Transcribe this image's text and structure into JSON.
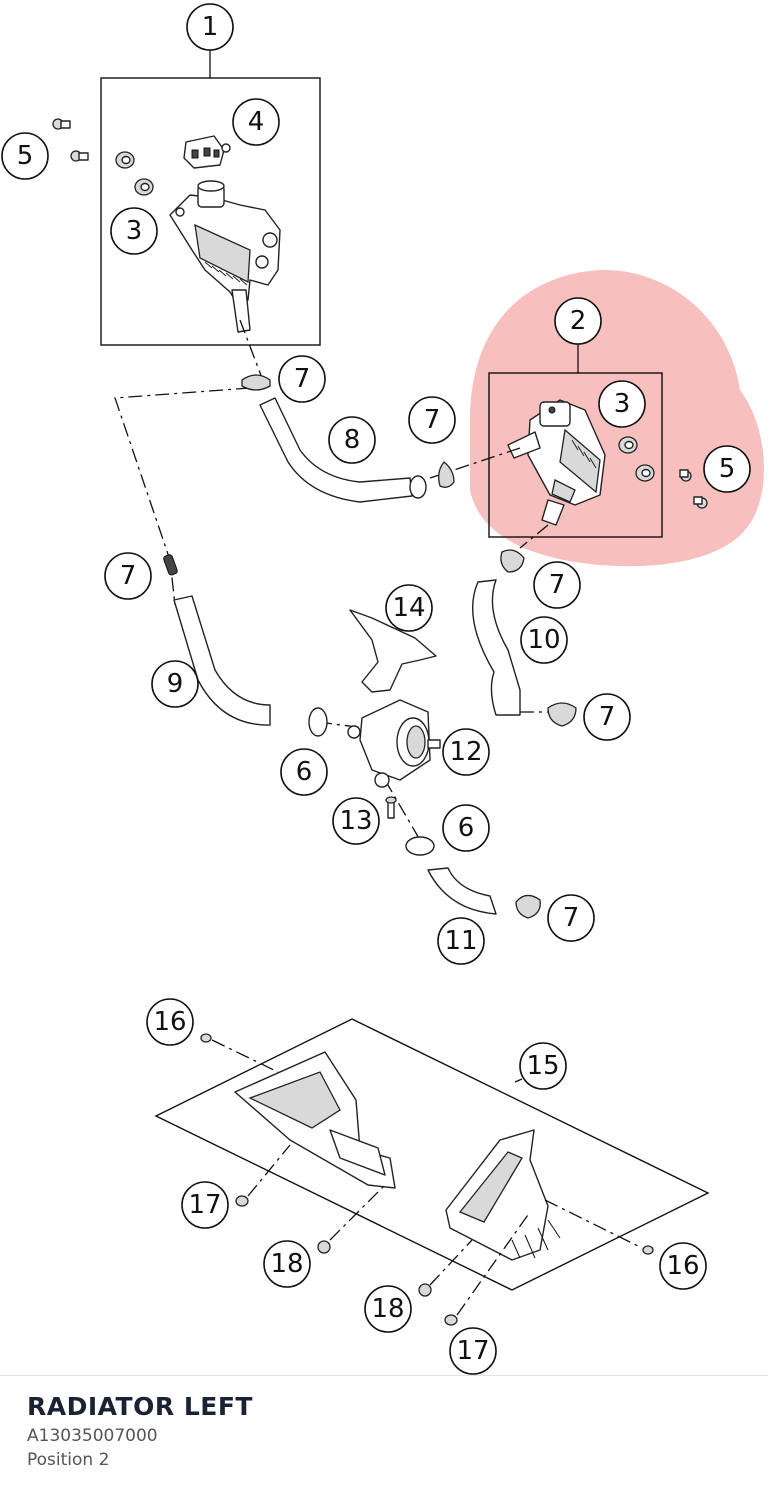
{
  "footer": {
    "title": "RADIATOR LEFT",
    "code": "A13035007000",
    "position": "Position 2"
  },
  "highlight": {
    "color": "#f28b8b",
    "target_callout": "2"
  },
  "callouts": [
    {
      "id": "c1",
      "label": "1"
    },
    {
      "id": "c2",
      "label": "2"
    },
    {
      "id": "c3a",
      "label": "3"
    },
    {
      "id": "c3b",
      "label": "3"
    },
    {
      "id": "c4",
      "label": "4"
    },
    {
      "id": "c5a",
      "label": "5"
    },
    {
      "id": "c5b",
      "label": "5"
    },
    {
      "id": "c6a",
      "label": "6"
    },
    {
      "id": "c6b",
      "label": "6"
    },
    {
      "id": "c7a",
      "label": "7"
    },
    {
      "id": "c7b",
      "label": "7"
    },
    {
      "id": "c7c",
      "label": "7"
    },
    {
      "id": "c7d",
      "label": "7"
    },
    {
      "id": "c7e",
      "label": "7"
    },
    {
      "id": "c7f",
      "label": "7"
    },
    {
      "id": "c8",
      "label": "8"
    },
    {
      "id": "c9",
      "label": "9"
    },
    {
      "id": "c10",
      "label": "10"
    },
    {
      "id": "c11",
      "label": "11"
    },
    {
      "id": "c12",
      "label": "12"
    },
    {
      "id": "c13",
      "label": "13"
    },
    {
      "id": "c14",
      "label": "14"
    },
    {
      "id": "c15",
      "label": "15"
    },
    {
      "id": "c16a",
      "label": "16"
    },
    {
      "id": "c16b",
      "label": "16"
    },
    {
      "id": "c17a",
      "label": "17"
    },
    {
      "id": "c17b",
      "label": "17"
    },
    {
      "id": "c18a",
      "label": "18"
    },
    {
      "id": "c18b",
      "label": "18"
    }
  ]
}
